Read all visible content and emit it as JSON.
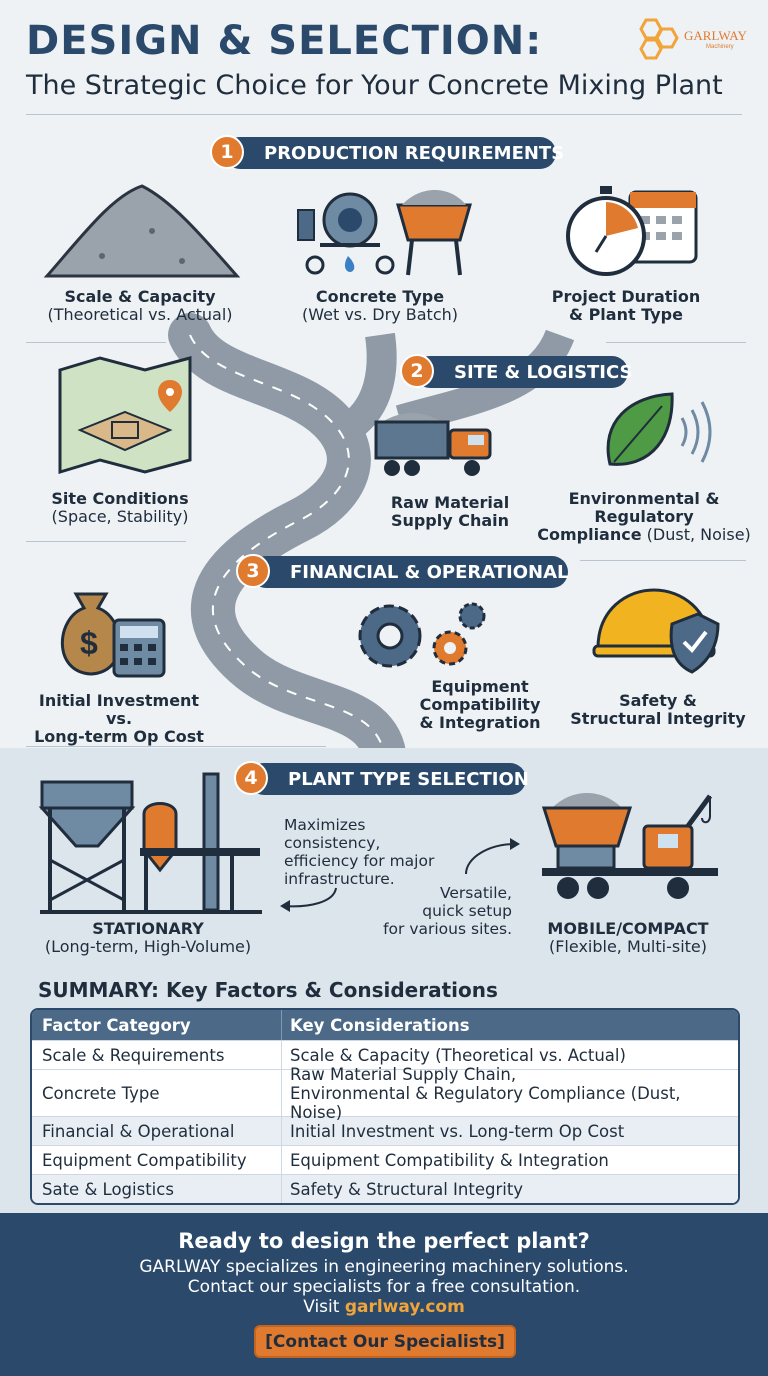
{
  "header": {
    "title": "DESIGN & SELECTION:",
    "subtitle": "The Strategic Choice for Your Concrete Mixing Plant",
    "logo_name": "GARLWAY",
    "logo_sub": "Machinery"
  },
  "sections": [
    {
      "number": "1",
      "label": "PRODUCTION REQUIREMENTS"
    },
    {
      "number": "2",
      "label": "SITE & LOGISTICS"
    },
    {
      "number": "3",
      "label": "FINANCIAL & OPERATIONAL"
    },
    {
      "number": "4",
      "label": "PLANT TYPE SELECTION"
    }
  ],
  "production": {
    "scale": {
      "title": "Scale & Capacity",
      "sub": "(Theoretical vs. Actual)",
      "icon": "aggregate-pile-icon"
    },
    "concrete": {
      "title": "Concrete Type",
      "sub": "(Wet vs. Dry Batch)",
      "icon": "mixer-hopper-icon"
    },
    "duration": {
      "title_line1": "Project Duration",
      "title_line2": "& Plant Type",
      "icon": "stopwatch-calendar-icon"
    }
  },
  "site": {
    "conditions": {
      "title": "Site Conditions",
      "sub": "(Space, Stability)",
      "icon": "site-map-icon"
    },
    "supply": {
      "title_line1": "Raw Material",
      "title_line2": "Supply Chain",
      "icon": "dump-truck-icon"
    },
    "env": {
      "title_line1": "Environmental &",
      "title_line2": "Regulatory",
      "title_line3": "Compliance",
      "sub": "(Dust, Noise)",
      "icon": "leaf-sound-icon"
    }
  },
  "financial": {
    "investment": {
      "title_line1": "Initial Investment vs.",
      "title_line2": "Long-term Op Cost",
      "icon": "money-bag-calculator-icon"
    },
    "equipment": {
      "title_line1": "Equipment",
      "title_line2": "Compatibility",
      "title_line3": "& Integration",
      "icon": "gears-icon"
    },
    "safety": {
      "title_line1": "Safety &",
      "title_line2": "Structural Integrity",
      "icon": "hardhat-shield-icon"
    }
  },
  "plant": {
    "stationary": {
      "title": "STATIONARY",
      "sub": "(Long-term, High-Volume)",
      "note_lines": [
        "Maximizes",
        "consistency,",
        "efficiency for major",
        "infrastructure."
      ],
      "icon": "stationary-plant-icon"
    },
    "mobile": {
      "title": "MOBILE/COMPACT",
      "sub": "(Flexible, Multi-site)",
      "note_lines": [
        "Versatile,",
        "quick setup",
        "for various sites."
      ],
      "icon": "mobile-plant-icon"
    }
  },
  "summary": {
    "heading": "SUMMARY: Key Factors & Considerations",
    "columns": [
      "Factor Category",
      "Key Considerations"
    ],
    "rows": [
      {
        "factor": "Scale & Requirements",
        "consideration": "Scale & Capacity (Theoretical vs. Actual)"
      },
      {
        "factor": "Concrete Type",
        "consideration_line1": "Raw Material Supply Chain,",
        "consideration_line2": "Environmental & Regulatory Compliance (Dust, Noise)"
      },
      {
        "factor": "Financial & Operational",
        "consideration": "Initial Investment vs. Long-term Op Cost"
      },
      {
        "factor": "Equipment Compatibility",
        "consideration": "Equipment Compatibility & Integration"
      },
      {
        "factor": "Sate & Logistics",
        "consideration": "Safety & Structural Integrity"
      }
    ]
  },
  "footer": {
    "headline": "Ready to design the perfect plant?",
    "line1": "GARLWAY specializes in engineering machinery solutions.",
    "line2": "Contact our specialists for a free consultation.",
    "visit_prefix": "Visit",
    "url": "garlway.com",
    "cta": "[Contact Our Specialists]"
  },
  "colors": {
    "navy": "#2b4a6b",
    "orange": "#e07a2e",
    "road": "#8f9aa6",
    "bg": "#eef2f5"
  }
}
